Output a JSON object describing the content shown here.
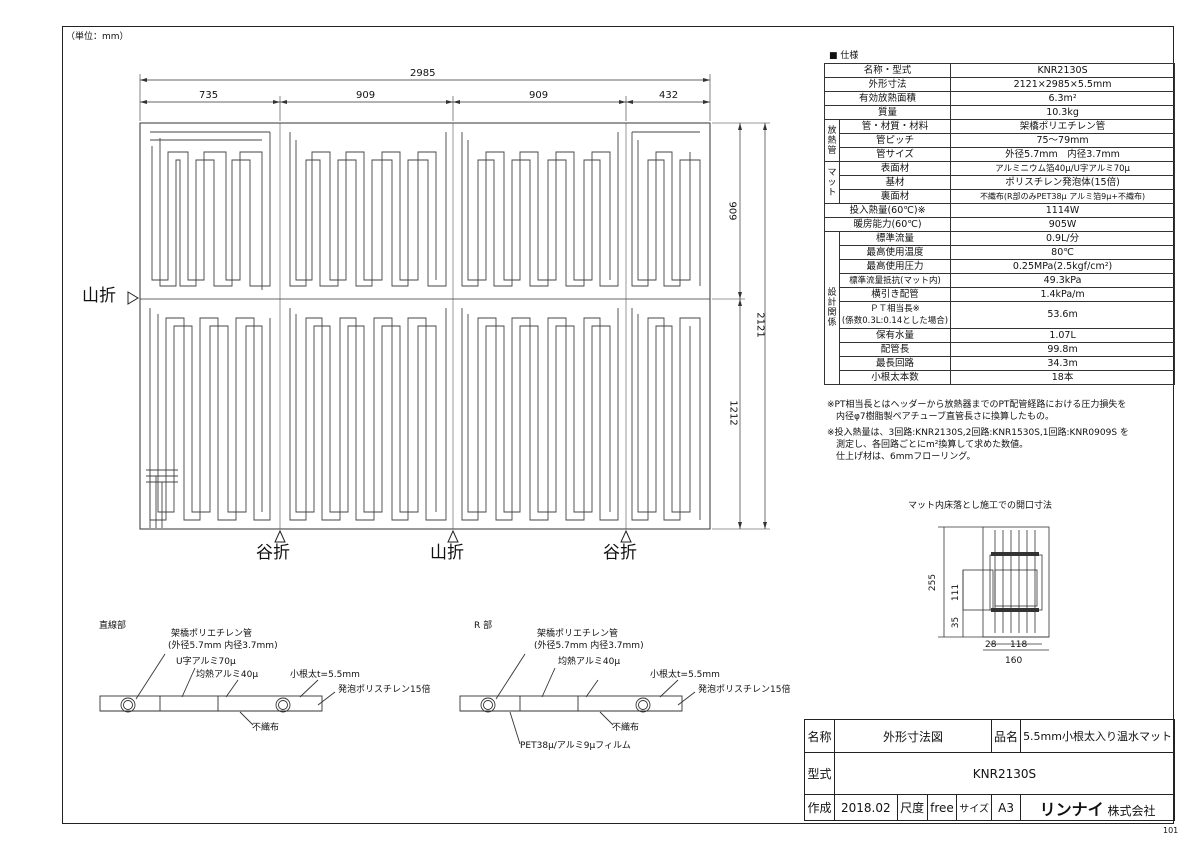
{
  "unit_note": "（単位：mm）",
  "drawing_number": "101",
  "dimensions": {
    "overall_width": "2985",
    "segments": [
      "735",
      "909",
      "909",
      "432"
    ],
    "right_top": "909",
    "right_overall": "2121",
    "right_bottom": "1212"
  },
  "folds": {
    "left_label": "山折",
    "bottom_labels": [
      "谷折",
      "山折",
      "谷折"
    ]
  },
  "spec": {
    "header": "■ 仕様",
    "rows": [
      {
        "label": "名称・型式",
        "value": "KNR2130S"
      },
      {
        "label": "外形寸法",
        "value": "2121×2985×5.5mm"
      },
      {
        "label": "有効放熱面積",
        "value": "6.3m²"
      },
      {
        "label": "質量",
        "value": "10.3kg"
      }
    ],
    "group1_side": "放熱管",
    "group1": [
      {
        "label": "管・材質・材料",
        "value": "架橋ポリエチレン管"
      },
      {
        "label": "管ピッチ",
        "value": "75〜79mm"
      },
      {
        "label": "管サイズ",
        "value": "外径5.7mm　内径3.7mm"
      }
    ],
    "group2_side": "マット",
    "group2": [
      {
        "label": "表面材",
        "value": "アルミニウム箔40μ/U字アルミ70μ"
      },
      {
        "label": "基材",
        "value": "ポリスチレン発泡体(15倍)"
      },
      {
        "label": "裏面材",
        "value": "不織布(R部のみPET38μ アルミ箔9μ+不織布)"
      }
    ],
    "mid_rows": [
      {
        "label": "投入熱量(60℃)※",
        "value": "1114W"
      },
      {
        "label": "暖房能力(60℃)",
        "value": "905W"
      }
    ],
    "group3_side": "設計関係",
    "group3": [
      {
        "label": "標準流量",
        "value": "0.9L/分"
      },
      {
        "label": "最高使用温度",
        "value": "80℃"
      },
      {
        "label": "最高使用圧力",
        "value": "0.25MPa(2.5kgf/cm²)"
      },
      {
        "label": "標準流量抵抗(マット内)",
        "value": "49.3kPa"
      },
      {
        "label": "横引き配管",
        "value": "1.4kPa/m"
      },
      {
        "label": "ＰＴ相当長※",
        "label2": "(係数0.3L:0.14とした場合)",
        "value": "53.6m"
      },
      {
        "label": "保有水量",
        "value": "1.07L"
      },
      {
        "label": "配管長",
        "value": "99.8m"
      },
      {
        "label": "最長回路",
        "value": "34.3m"
      },
      {
        "label": "小根太本数",
        "value": "18本"
      }
    ]
  },
  "notes": [
    "※PT相当長とはヘッダーから放熱器までのPT配管経路における圧力損失を",
    "　内径φ7樹脂製ペアチューブ直管長さに換算したもの。",
    "※投入熱量は、3回路:KNR2130S,2回路:KNR1530S,1回路:KNR0909S を",
    "　測定し、各回路ごとにm²換算して求めた数値。",
    "　仕上げ材は、6mmフローリング。"
  ],
  "opening": {
    "title": "マット内床落とし施工での開口寸法",
    "dims": [
      "255",
      "111",
      "35",
      "28",
      "118",
      "160"
    ]
  },
  "section_straight": {
    "title": "直線部",
    "labels": [
      "架橋ポリエチレン管",
      "(外径5.7mm 内径3.7mm)",
      "U字アルミ70μ",
      "均熱アルミ40μ",
      "小根太t=5.5mm",
      "発泡ポリスチレン15倍",
      "不織布"
    ]
  },
  "section_r": {
    "title": "R 部",
    "labels": [
      "架橋ポリエチレン管",
      "(外径5.7mm 内径3.7mm)",
      "均熱アルミ40μ",
      "小根太t=5.5mm",
      "発泡ポリスチレン15倍",
      "不織布",
      "PET38μ/アルミ9μフィルム"
    ]
  },
  "title_block": {
    "name_label": "名称",
    "name_value": "外形寸法図",
    "product_label": "品名",
    "product_value": "5.5mm小根太入り温水マット",
    "model_label": "型式",
    "model_value": "KNR2130S",
    "made_label": "作成",
    "made_value": "2018.02",
    "scale_label": "尺度",
    "scale_value": "free",
    "size_label": "サイズ",
    "size_value": "A3",
    "company_logo": "リンナイ",
    "company_suffix": "株式会社"
  }
}
